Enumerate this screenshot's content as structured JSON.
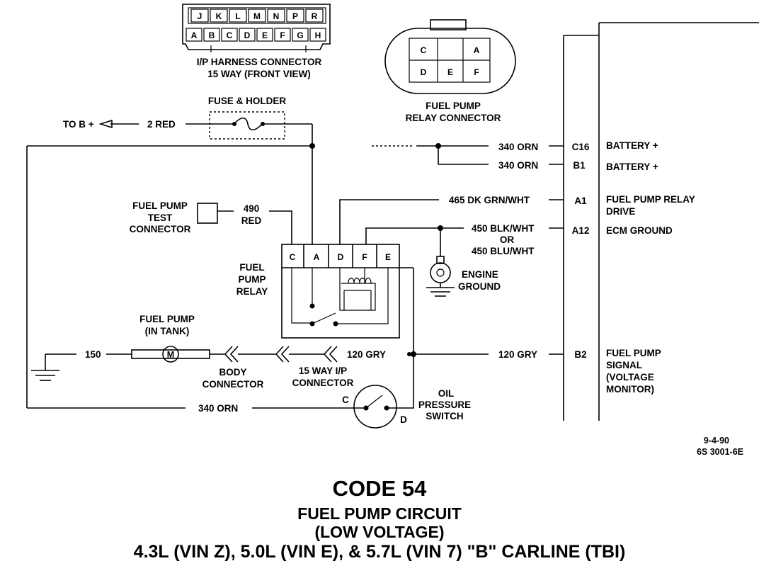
{
  "harness": {
    "top_pins": [
      "J",
      "K",
      "L",
      "M",
      "N",
      "P",
      "R"
    ],
    "bottom_pins": [
      "A",
      "B",
      "C",
      "D",
      "E",
      "F",
      "G",
      "H"
    ],
    "label_line1": "I/P HARNESS CONNECTOR",
    "label_line2": "15 WAY (FRONT VIEW)"
  },
  "relay_connector": {
    "top_pins": [
      "C",
      "",
      "A"
    ],
    "bottom_pins": [
      "D",
      "E",
      "F"
    ],
    "label_line1": "FUEL PUMP",
    "label_line2": "RELAY CONNECTOR"
  },
  "fuse": {
    "label": "FUSE & HOLDER"
  },
  "to_b_plus": "TO B +",
  "wires": {
    "red2": "2 RED",
    "orn340_c16": "340 ORN",
    "orn340_b1": "340 ORN",
    "grn465": "465 DK GRN/WHT",
    "blk450": "450 BLK/WHT",
    "or_text": "OR",
    "blu450": "450 BLU/WHT",
    "gry120_left": "120 GRY",
    "gry120_right": "120 GRY",
    "w150": "150",
    "orn340_bottom": "340 ORN",
    "red490_a": "490",
    "red490_b": "RED"
  },
  "ecm_pins": {
    "c16": "C16",
    "b1": "B1",
    "a1": "A1",
    "a12": "A12",
    "b2": "B2"
  },
  "ecm_labels": {
    "c16": "BATTERY +",
    "b1": "BATTERY +",
    "a1_line1": "FUEL PUMP RELAY",
    "a1_line2": "DRIVE",
    "a12": "ECM GROUND",
    "b2_line1": "FUEL PUMP",
    "b2_line2": "SIGNAL",
    "b2_line3": "(VOLTAGE",
    "b2_line4": "MONITOR)"
  },
  "test_connector": {
    "line1": "FUEL PUMP",
    "line2": "TEST",
    "line3": "CONNECTOR"
  },
  "relay": {
    "pins": [
      "C",
      "A",
      "D",
      "F",
      "E"
    ],
    "line1": "FUEL",
    "line2": "PUMP",
    "line3": "RELAY"
  },
  "engine_ground": {
    "line1": "ENGINE",
    "line2": "GROUND"
  },
  "fuel_pump": {
    "line1": "FUEL PUMP",
    "line2": "(IN TANK)",
    "motor": "M"
  },
  "body_connector": {
    "line1": "BODY",
    "line2": "CONNECTOR"
  },
  "ip_connector": {
    "line1": "15 WAY I/P",
    "line2": "CONNECTOR"
  },
  "oil_switch": {
    "line1": "OIL",
    "line2": "PRESSURE",
    "line3": "SWITCH",
    "pin_c": "C",
    "pin_d": "D"
  },
  "stamp": {
    "date": "9-4-90",
    "ref": "6S 3001-6E"
  },
  "caption": {
    "code": "CODE 54",
    "title": "FUEL PUMP CIRCUIT",
    "subtitle": "(LOW VOLTAGE)",
    "applies": "4.3L  (VIN Z),  5.0L  (VIN E),  &  5.7L  (VIN 7)  \"B\"  CARLINE  (TBI)"
  }
}
